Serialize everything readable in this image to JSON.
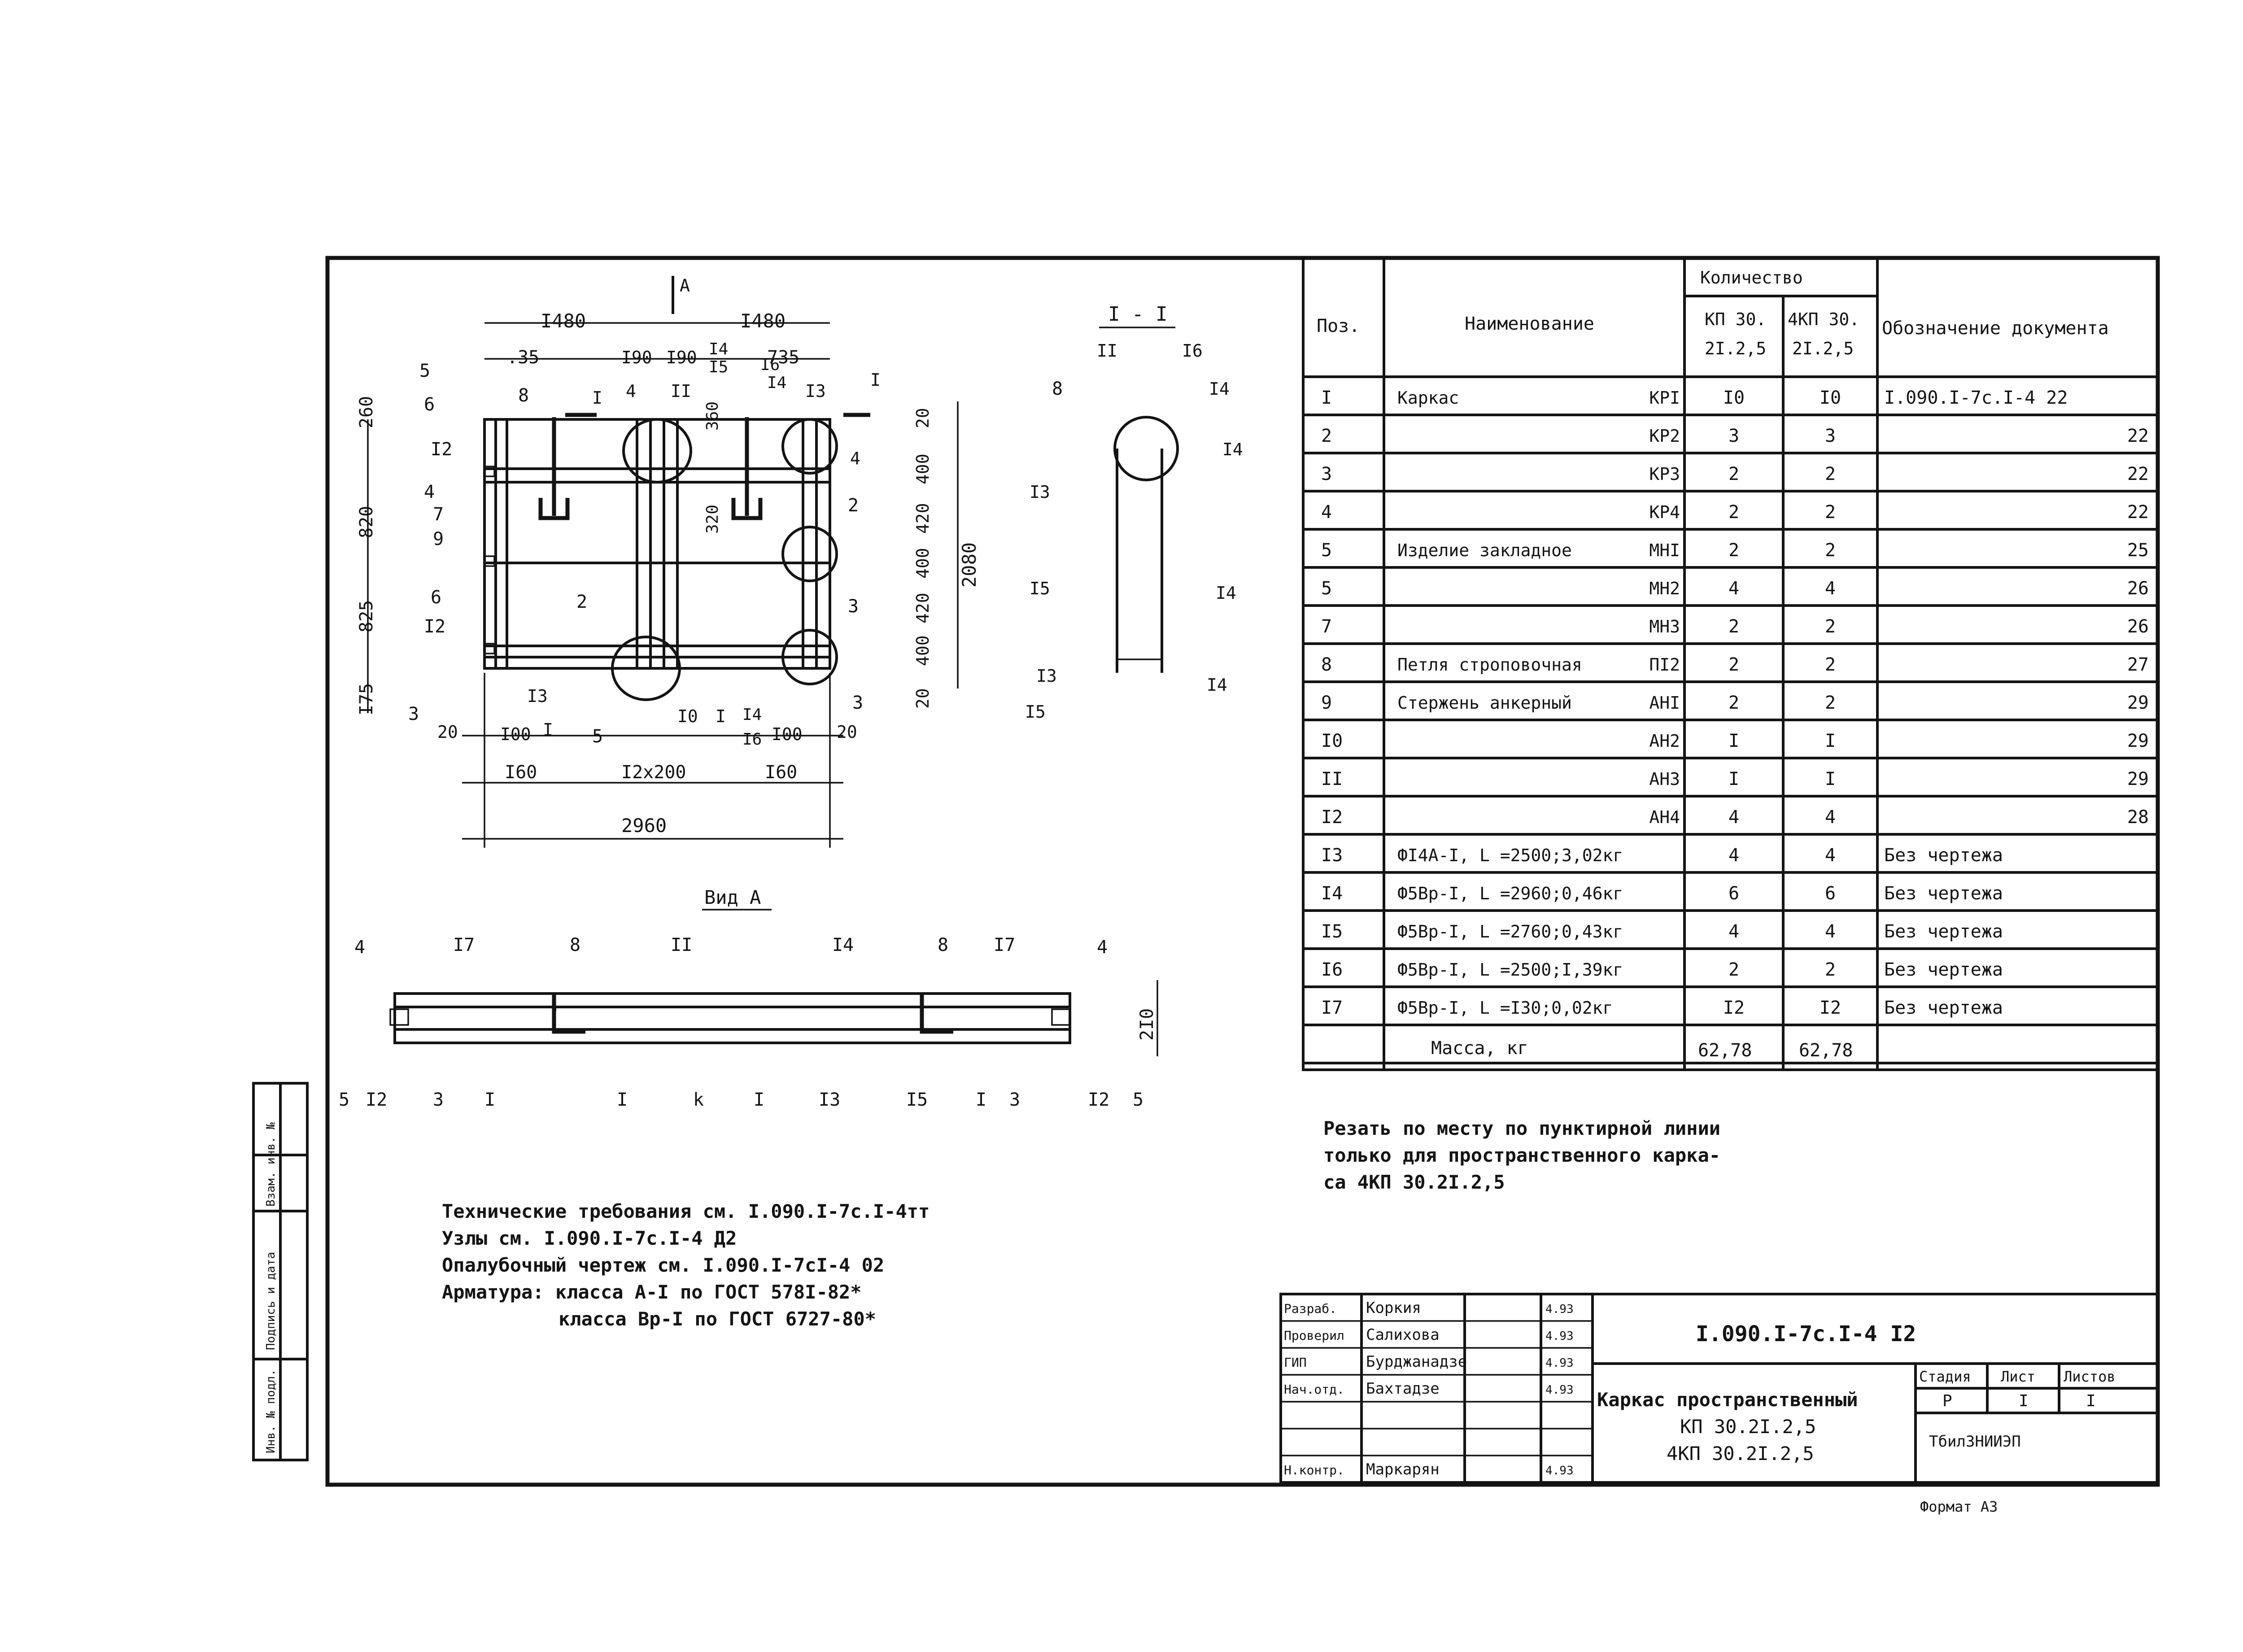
{
  "plan": {
    "title_view": "А",
    "cut_label": "I",
    "dims_top": [
      "I480",
      "I480"
    ],
    "dims_top2": [
      ".35",
      "I90",
      "I90",
      "I4",
      "I5",
      "735"
    ],
    "dims_left": [
      "260",
      "820",
      "825",
      "I75"
    ],
    "dims_right": [
      "20",
      "400",
      "420",
      "400",
      "420",
      "400",
      "20"
    ],
    "dim_total_height": "2080",
    "dims_bottom": [
      "20",
      "I00",
      "I00",
      "20"
    ],
    "dims_bottom2": [
      "I60",
      "I2x200",
      "I60"
    ],
    "dim_total_width": "2960",
    "dim_vertical_inner": [
      "360",
      "320"
    ],
    "pos_labels": [
      "5",
      "6",
      "I2",
      "4",
      "7",
      "9",
      "6",
      "I2",
      "3",
      "8",
      "4",
      "II",
      "I6",
      "I4",
      "I3",
      "4",
      "2",
      "3",
      "2",
      "I3",
      "I",
      "5",
      "I0",
      "I",
      "I4",
      "I6",
      "3",
      "I"
    ]
  },
  "section": {
    "title": "I - I",
    "labels": [
      "II",
      "I6",
      "8",
      "I4",
      "I4",
      "I3",
      "I5",
      "I4",
      "I3",
      "I4",
      "I5"
    ]
  },
  "view_a": {
    "title": "Вид А",
    "top_labels": [
      "4",
      "I7",
      "8",
      "II",
      "I4",
      "8",
      "I7",
      "4"
    ],
    "bottom_labels": [
      "5",
      "I2",
      "3",
      "I",
      "I",
      "k",
      "I",
      "I3",
      "I5",
      "I",
      "3",
      "I2",
      "5"
    ],
    "dim_height": "2I0"
  },
  "notes": {
    "line1": "Технические требования см. I.090.I-7с.I-4тт",
    "line2": "Узлы см. I.090.I-7с.I-4 Д2",
    "line3": "Опалубочный чертеж см. I.090.I-7сI-4 02",
    "line4": "Арматура: класса А-I по ГОСТ 578I-82*",
    "line5": "класса Вр-I по ГОСТ 6727-80*"
  },
  "cut_note": {
    "line1": "Резать по месту по пунктирной линии",
    "line2": "только для пространственного карка-",
    "line3": "са 4КП 30.2I.2,5"
  },
  "spec_table": {
    "headers": {
      "pos": "Поз.",
      "name": "Наименование",
      "qty": "Количество",
      "qty_col1_a": "КП 30.",
      "qty_col1_b": "2I.2,5",
      "qty_col2_a": "4КП 30.",
      "qty_col2_b": "2I.2,5",
      "doc": "Обозначение документа"
    },
    "rows": [
      {
        "pos": "I",
        "name": "Каркас",
        "mark": "КРI",
        "q1": "I0",
        "q2": "I0",
        "doc": "I.090.I-7с.I-4 22"
      },
      {
        "pos": "2",
        "name": "",
        "mark": "КР2",
        "q1": "3",
        "q2": "3",
        "doc": "22"
      },
      {
        "pos": "3",
        "name": "",
        "mark": "КР3",
        "q1": "2",
        "q2": "2",
        "doc": "22"
      },
      {
        "pos": "4",
        "name": "",
        "mark": "КР4",
        "q1": "2",
        "q2": "2",
        "doc": "22"
      },
      {
        "pos": "5",
        "name": "Изделие закладное",
        "mark": "МНI",
        "q1": "2",
        "q2": "2",
        "doc": "25"
      },
      {
        "pos": "5",
        "name": "",
        "mark": "МН2",
        "q1": "4",
        "q2": "4",
        "doc": "26"
      },
      {
        "pos": "7",
        "name": "",
        "mark": "МН3",
        "q1": "2",
        "q2": "2",
        "doc": "26"
      },
      {
        "pos": "8",
        "name": "Петля строповочная",
        "mark": "ПI2",
        "q1": "2",
        "q2": "2",
        "doc": "27"
      },
      {
        "pos": "9",
        "name": "Стержень анкерный",
        "mark": "АНI",
        "q1": "2",
        "q2": "2",
        "doc": "29"
      },
      {
        "pos": "I0",
        "name": "",
        "mark": "АН2",
        "q1": "I",
        "q2": "I",
        "doc": "29"
      },
      {
        "pos": "II",
        "name": "",
        "mark": "АН3",
        "q1": "I",
        "q2": "I",
        "doc": "29"
      },
      {
        "pos": "I2",
        "name": "",
        "mark": "АН4",
        "q1": "4",
        "q2": "4",
        "doc": "28"
      },
      {
        "pos": "I3",
        "name": "ФI4А-I, L =2500;3,02кг",
        "mark": "",
        "q1": "4",
        "q2": "4",
        "doc": "Без чертежа"
      },
      {
        "pos": "I4",
        "name": "Ф5Вр-I, L =2960;0,46кг",
        "mark": "",
        "q1": "6",
        "q2": "6",
        "doc": "Без чертежа"
      },
      {
        "pos": "I5",
        "name": "Ф5Вр-I, L =2760;0,43кг",
        "mark": "",
        "q1": "4",
        "q2": "4",
        "doc": "Без чертежа"
      },
      {
        "pos": "I6",
        "name": "Ф5Вр-I, L =2500;I,39кг",
        "mark": "",
        "q1": "2",
        "q2": "2",
        "doc": "Без чертежа"
      },
      {
        "pos": "I7",
        "name": "Ф5Вр-I, L =I30;0,02кг",
        "mark": "",
        "q1": "I2",
        "q2": "I2",
        "doc": "Без чертежа"
      }
    ],
    "mass_label": "Масса, кг",
    "mass_q1": "62,78",
    "mass_q2": "62,78"
  },
  "title_block": {
    "roles": [
      "Разраб.",
      "Проверил",
      "ГИП",
      "Нач.отд.",
      "",
      "",
      "Н.контр."
    ],
    "names": [
      "Коркия",
      "Салихова",
      "Бурджанадзе",
      "Бахтадзе",
      "",
      "",
      "Маркарян"
    ],
    "dates": [
      "4.93",
      "4.93",
      "4.93",
      "4.93",
      "",
      "",
      "4.93"
    ],
    "code": "I.090.I-7с.I-4 I2",
    "item_title_1": "Каркас пространственный",
    "item_title_2": "КП 30.2I.2,5",
    "item_title_3": "4КП 30.2I.2,5",
    "stage_label": "Стадия",
    "sheet_label": "Лист",
    "sheets_label": "Листов",
    "stage": "Р",
    "sheet": "I",
    "sheets": "I",
    "org": "ТбилЗНИИЭП"
  },
  "side_stamp": [
    "Инв. № подл.",
    "Подпись и дата",
    "Взам. инв. №"
  ],
  "format": "Формат А3"
}
